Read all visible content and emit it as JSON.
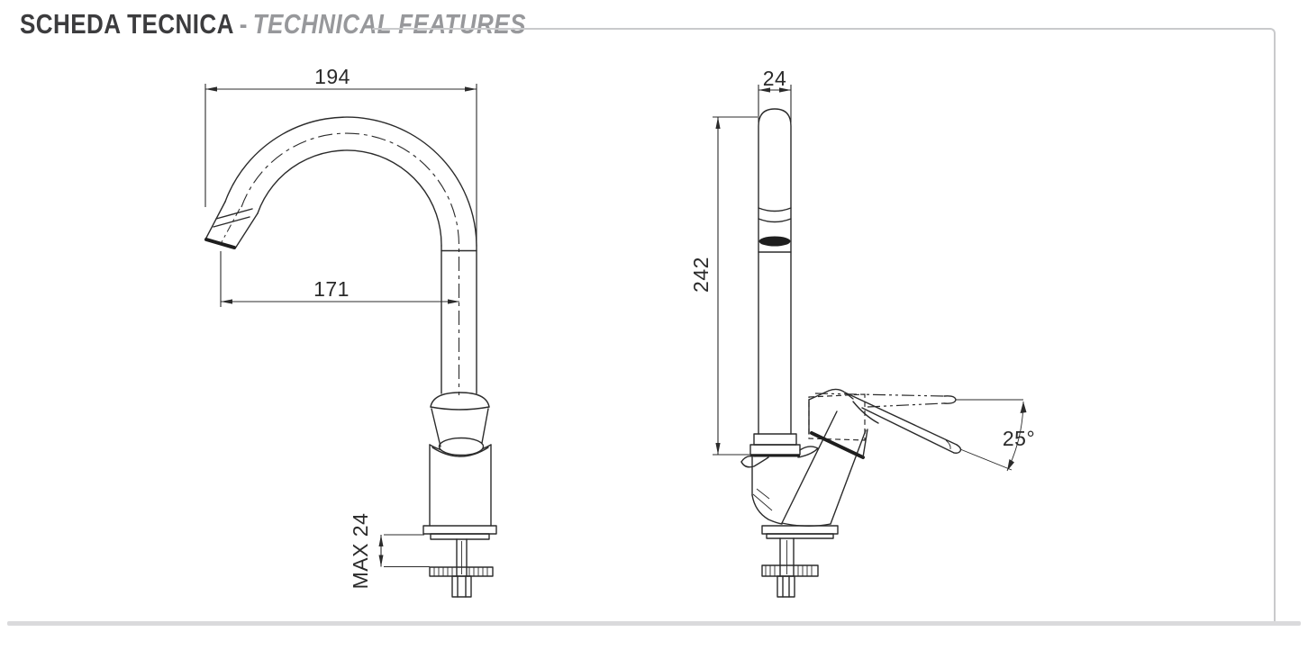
{
  "header": {
    "title_it": "SCHEDA TECNICA",
    "separator": "-",
    "title_en": "TECHNICAL FEATURES"
  },
  "drawing": {
    "front_view": {
      "dim_spout_width": "194",
      "dim_spout_reach": "171",
      "dim_deck_thickness": "MAX 24"
    },
    "side_view": {
      "dim_spout_diameter": "24",
      "dim_total_height": "242",
      "dim_handle_angle": "25°"
    }
  },
  "colors": {
    "line": "#2b2b2b",
    "title_dark": "#3c3c3e",
    "title_gray": "#97989b",
    "frame": "#c9cacc",
    "page_shadow": "#dadadc"
  }
}
